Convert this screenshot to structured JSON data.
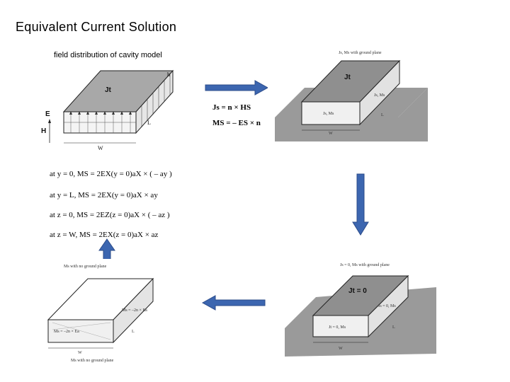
{
  "title": "Equivalent Current Solution",
  "subtitle": "field distribution of cavity model",
  "cavity_figure": {
    "top_label": "Jt",
    "side_label": "L",
    "width_label": "W",
    "height_label": "h",
    "e_label": "E",
    "h_label": "H"
  },
  "equations_top": {
    "line1": "Js = n × HS",
    "line2": "MS = – ES × n"
  },
  "equations_left": [
    "at y = 0,   MS = 2EX(y = 0)aX × ( – ay )",
    "at y = L,   MS = 2EX(y = 0)aX × ay",
    "at z = 0,   MS = 2EZ(z = 0)aX × ( – az )",
    "at z = W,   MS = 2EX(z = 0)aX × az"
  ],
  "fig_top_right": {
    "caption": "Js, Ms with ground plane",
    "top_label": "Jt",
    "side_label": "Js, Ms",
    "front_label": "Js, Ms",
    "length_label": "L",
    "width_label": "W"
  },
  "fig_bottom_right": {
    "caption": "Js = 0, Ms with ground plane",
    "top_label": "Jt = 0",
    "front_label": "Jt = 0, Ms",
    "side_label": "Js = 0, Ms",
    "length_label": "L",
    "width_label": "W"
  },
  "fig_bottom_left": {
    "top_caption": "Ms with no ground plane",
    "bottom_caption": "Ms with no ground plane",
    "front_label": "Ms = –2n × Ea",
    "side_label": "Ms = –2n × Ea",
    "length_label": "L",
    "width_label": "W"
  },
  "colors": {
    "arrow_blue": "#3c66b0",
    "arrow_border": "#2c4c8a",
    "plate_gray": "#8f8f8f",
    "top_gray": "#a8a8a8",
    "ground_gray": "#9a9a9a"
  }
}
